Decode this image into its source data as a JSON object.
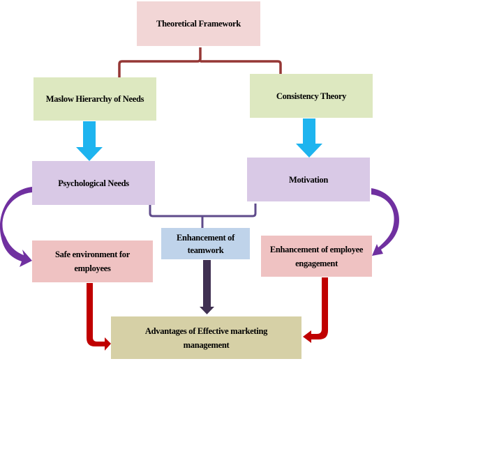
{
  "diagram": {
    "title_node": {
      "label": "Theoretical Framework"
    },
    "theories": [
      {
        "label": "Maslow Hierarchy of Needs"
      },
      {
        "label": "Consistency Theory"
      }
    ],
    "factors": [
      {
        "label": "Psychological Needs"
      },
      {
        "label": "Motivation"
      }
    ],
    "outcomes": [
      {
        "label": "Safe environment for employees"
      },
      {
        "label": "Enhancement of teamwork"
      },
      {
        "label": "Enhancement of employee engagement"
      }
    ],
    "result": {
      "label": "Advantages of Effective marketing management"
    },
    "colors": {
      "bracket_top": "#953735",
      "bracket_mid": "#5f4b8b",
      "blue_arrow": "#00b0f0",
      "purple_arrow": "#7030a0",
      "teamwork_arrow": "#403152",
      "red_arrow": "#c00000"
    }
  }
}
